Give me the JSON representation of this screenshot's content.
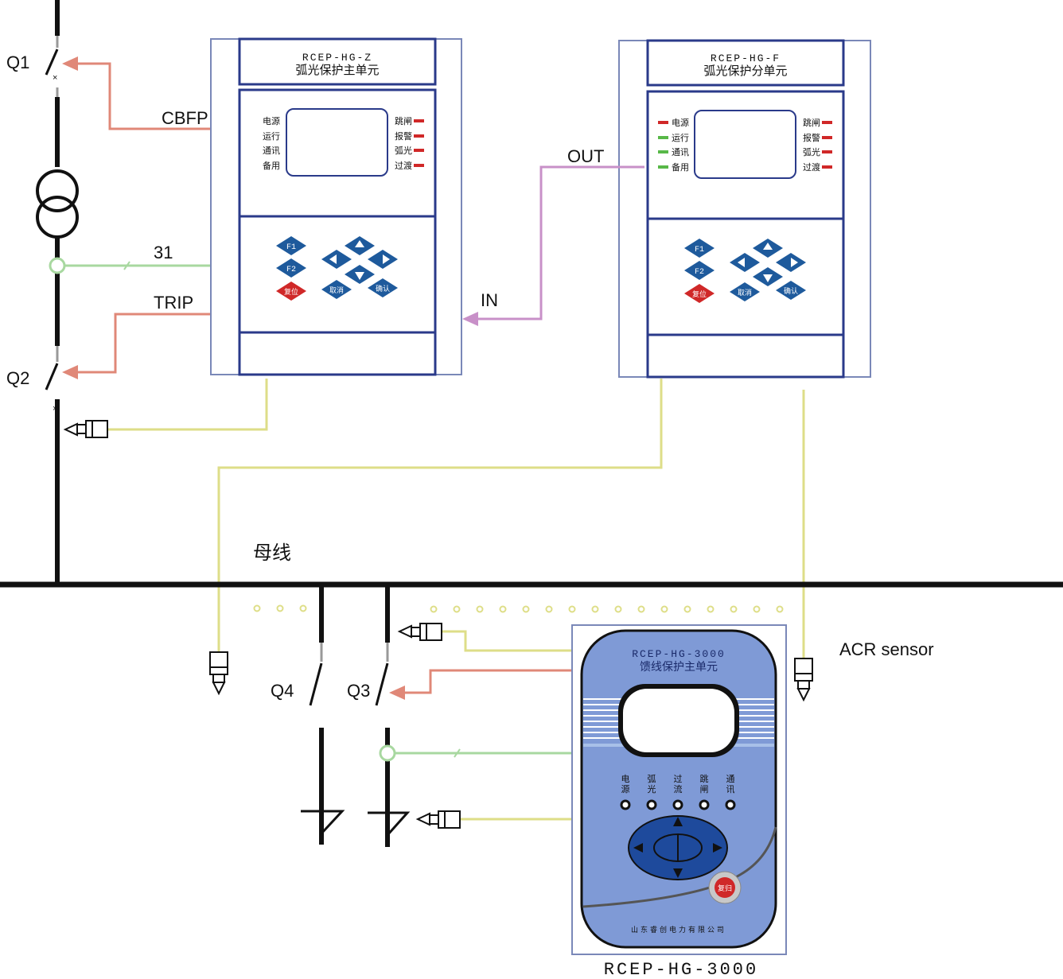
{
  "colors": {
    "line_dark": "#111111",
    "cbfp_line": "#e08878",
    "current_line": "#a8d8a0",
    "arc_line": "#dede88",
    "io_line": "#c890c8",
    "panel_border": "#2a3a8a",
    "key_blue": "#1e5a9c",
    "key_red": "#d02828",
    "led_red": "#d02828",
    "led_green": "#58b848",
    "feeder_fill": "#7f9ad6"
  },
  "labels": {
    "q1": "Q1",
    "q2": "Q2",
    "q3": "Q3",
    "q4": "Q4",
    "cbfp": "CBFP",
    "ct": "31",
    "trip": "TRIP",
    "out": "OUT",
    "in": "IN",
    "busbar": "母线",
    "acr_sensor": "ACR sensor",
    "bottom_model": "RCEP-HG-3000"
  },
  "main_unit": {
    "model": "RCEP-HG-Z",
    "name": "弧光保护主单元",
    "left_leds": [
      "电源",
      "运行",
      "通讯",
      "备用"
    ],
    "right_leds": [
      "跳闸",
      "报警",
      "弧光",
      "过渡"
    ],
    "keys": {
      "f1": "F1",
      "f2": "F2",
      "reset": "复位",
      "cancel": "取消",
      "confirm": "确认"
    }
  },
  "sub_unit": {
    "model": "RCEP-HG-F",
    "name": "弧光保护分单元",
    "left_leds": [
      "电源",
      "运行",
      "通讯",
      "备用"
    ],
    "right_leds": [
      "跳闸",
      "报警",
      "弧光",
      "过渡"
    ],
    "keys": {
      "f1": "F1",
      "f2": "F2",
      "reset": "复位",
      "cancel": "取消",
      "confirm": "确认"
    }
  },
  "feeder_unit": {
    "model": "RCEP-HG-3000",
    "name": "馈线保护主单元",
    "indicators": [
      {
        "l1": "电",
        "l2": "源"
      },
      {
        "l1": "弧",
        "l2": "光"
      },
      {
        "l1": "过",
        "l2": "流"
      },
      {
        "l1": "跳",
        "l2": "闸"
      },
      {
        "l1": "通",
        "l2": "讯"
      }
    ],
    "reset": "复归",
    "company": "山东睿创电力有限公司"
  }
}
